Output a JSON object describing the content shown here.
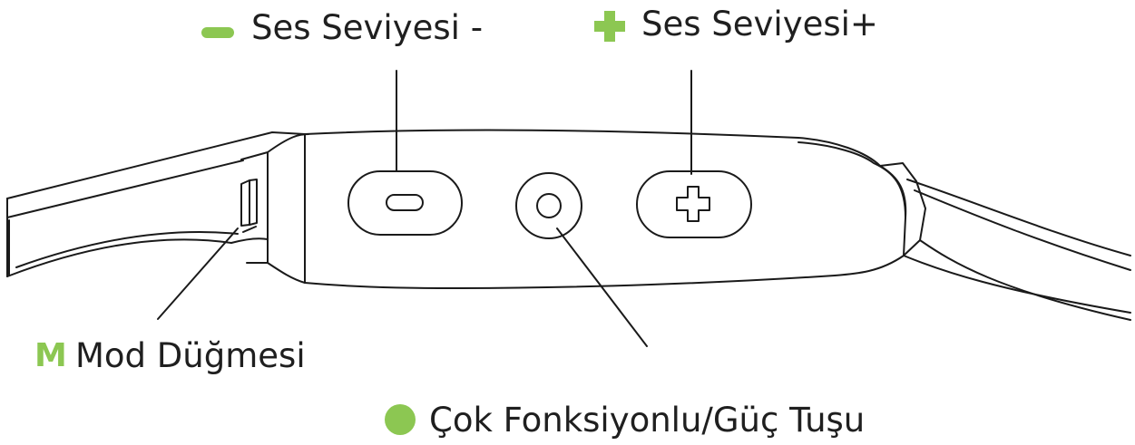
{
  "accent_color": "#8cc752",
  "line_color": "#1a1a1a",
  "labels": {
    "volume_down": "Ses Seviyesi -",
    "volume_up": "Ses Seviyesi+",
    "mode_marker": "M",
    "mode_button": "Mod Düğmesi",
    "multi_function": "Çok Fonksiyonlu/Güç Tuşu"
  },
  "icons": {
    "volume_down_marker": "minus-icon",
    "volume_up_marker": "plus-icon",
    "multi_function_marker": "circle-icon",
    "device_minus_button": "minus-icon",
    "device_plus_button": "plus-icon",
    "device_power_button": "circle-icon"
  }
}
